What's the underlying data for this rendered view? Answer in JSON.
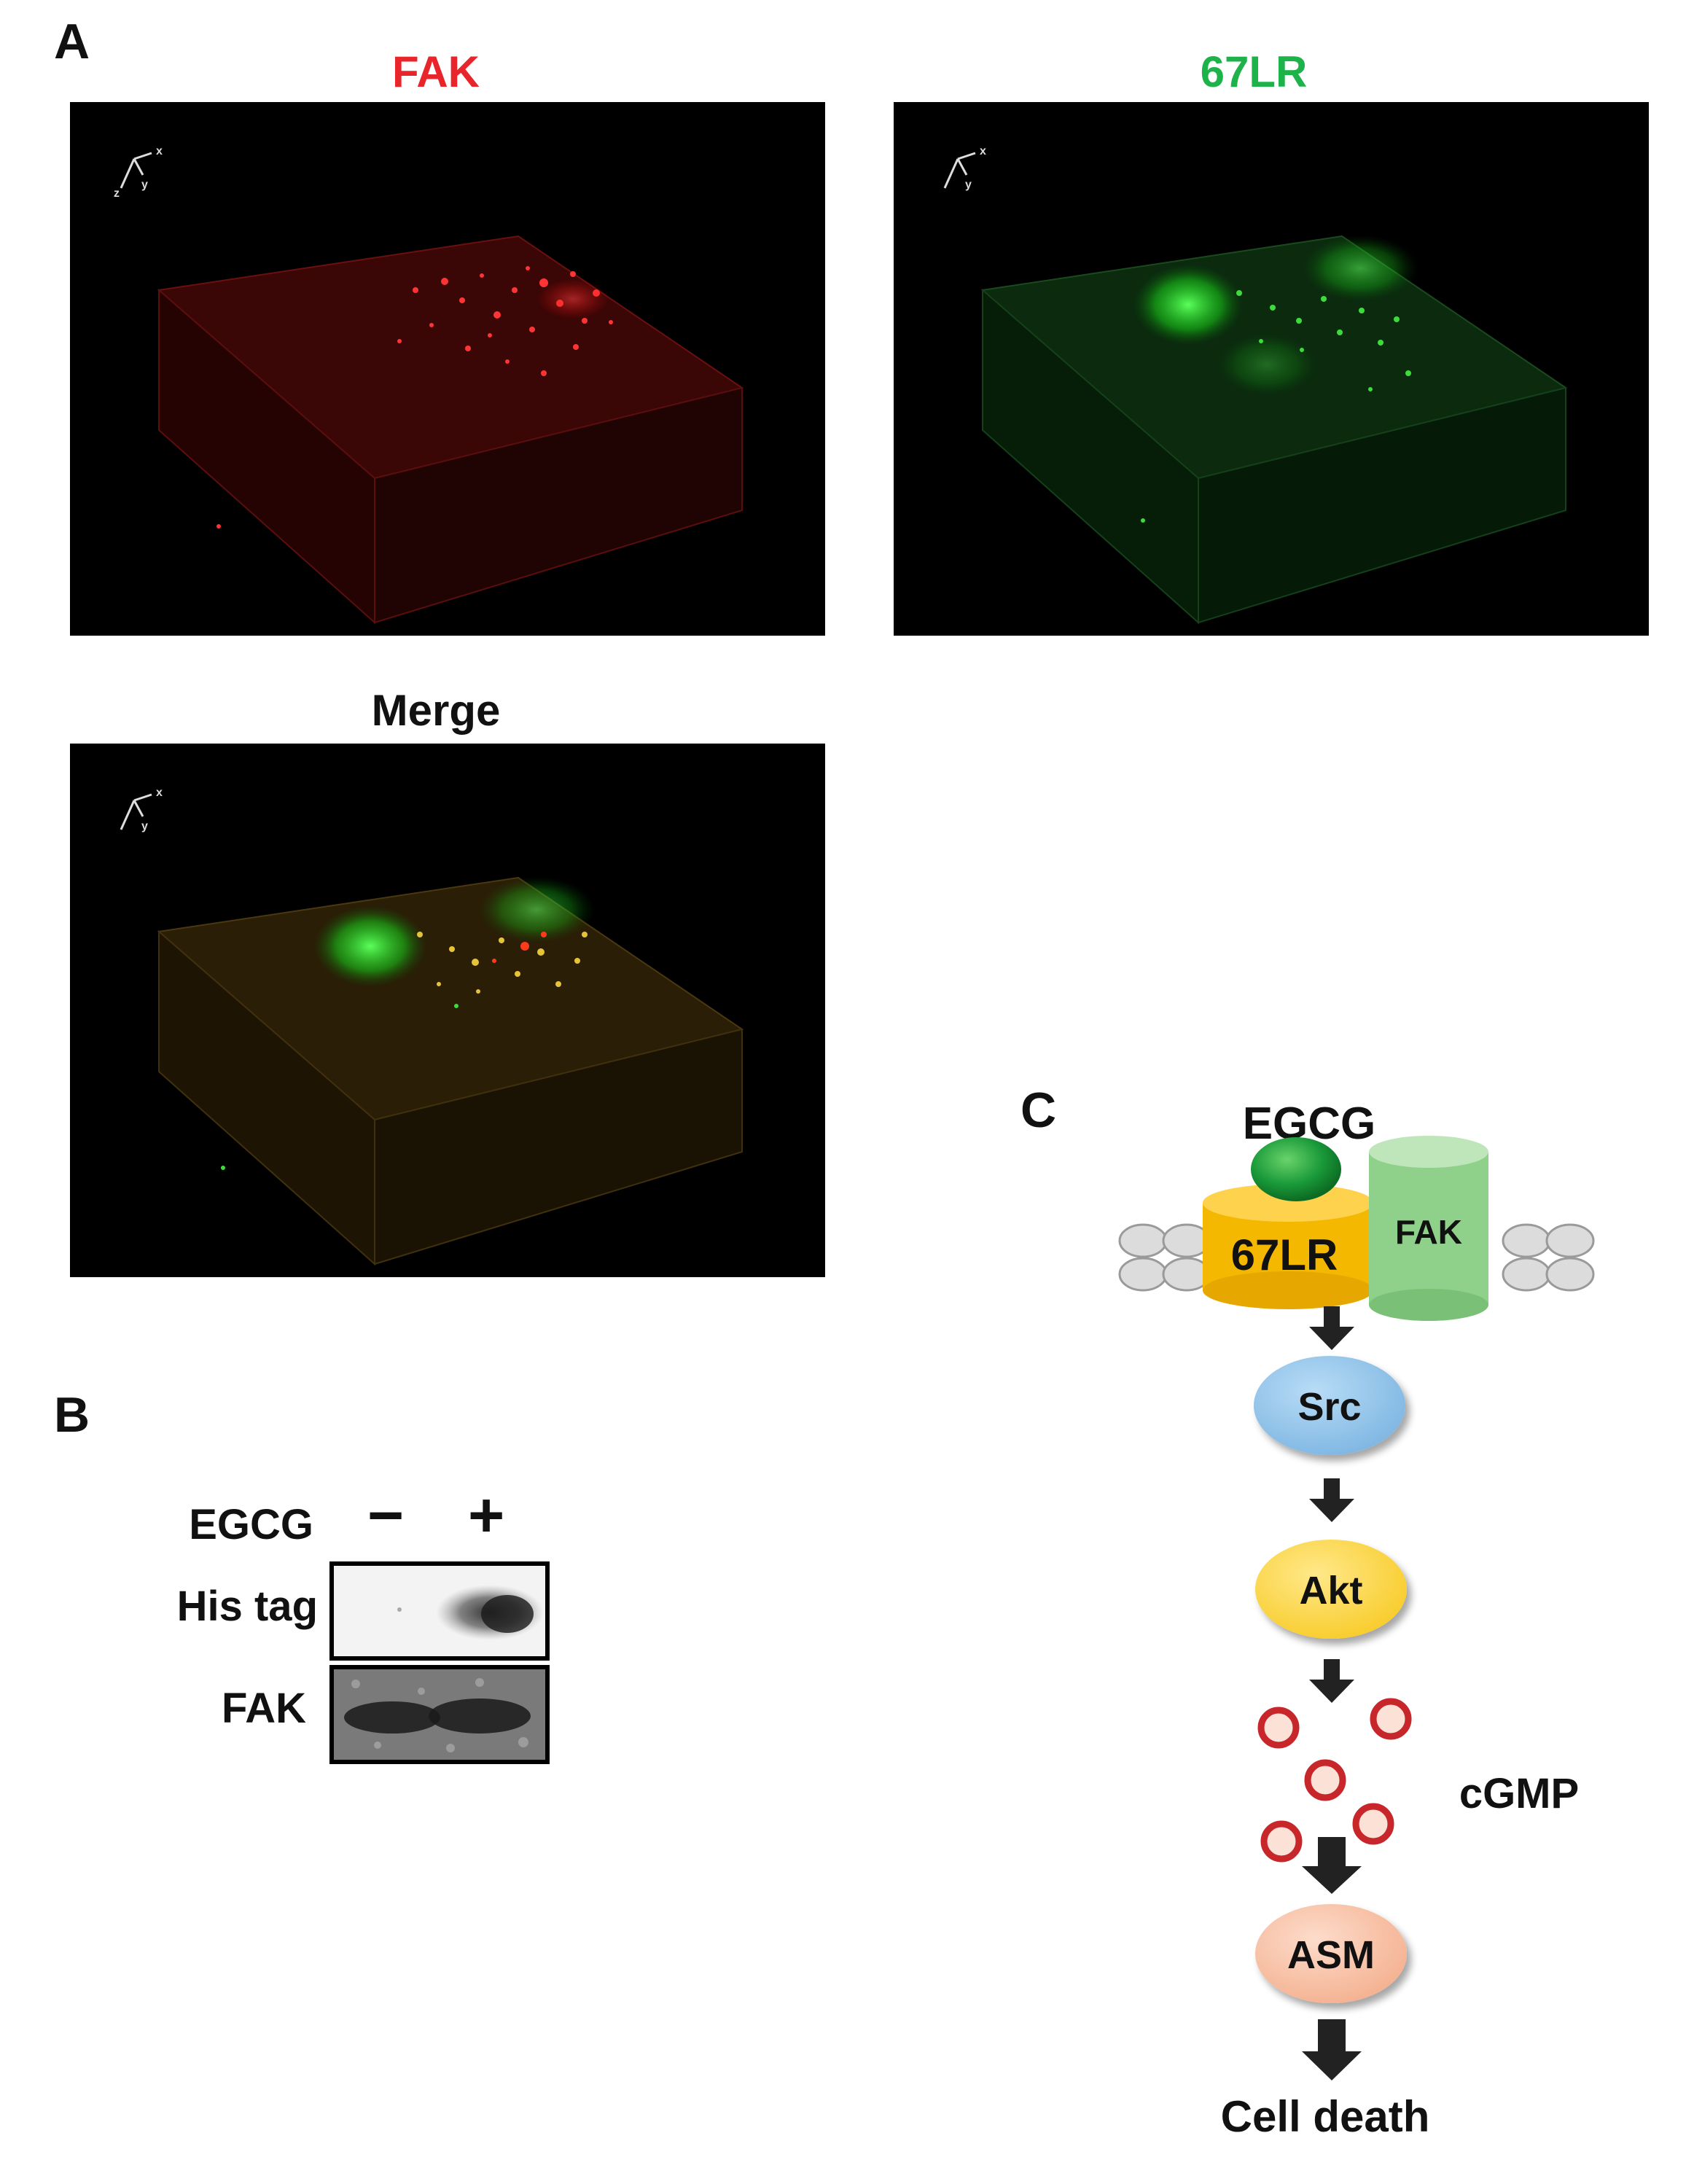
{
  "panel_a": {
    "letter": "A",
    "titles": {
      "red": "FAK",
      "green": "67LR",
      "merge": "Merge"
    },
    "title_colors": {
      "red": "#e8252a",
      "green": "#1db34a",
      "merge": "#111111"
    },
    "axis_labels": {
      "x": "x",
      "y": "y",
      "z": "z"
    }
  },
  "panel_b": {
    "letter": "B",
    "treatment_label": "EGCG",
    "minus": "−",
    "plus": "+",
    "rows": [
      "His tag",
      "FAK"
    ]
  },
  "panel_c": {
    "letter": "C",
    "ligand": "EGCG",
    "receptor": "67LR",
    "partner": "FAK",
    "nodes": [
      "Src",
      "Akt",
      "ASM"
    ],
    "second_messenger": "cGMP",
    "outcome": "Cell death",
    "colors": {
      "ligand": "#1a9a3a",
      "receptor": "#f5b800",
      "partner": "#8fd08a",
      "src": "#8ec3ea",
      "akt": "#ffd84a",
      "asm": "#f8c3a4",
      "cgmp_ring": "#c7262a",
      "cgmp_fill": "#fbe1d6",
      "membrane": "#dcdcdc"
    }
  }
}
